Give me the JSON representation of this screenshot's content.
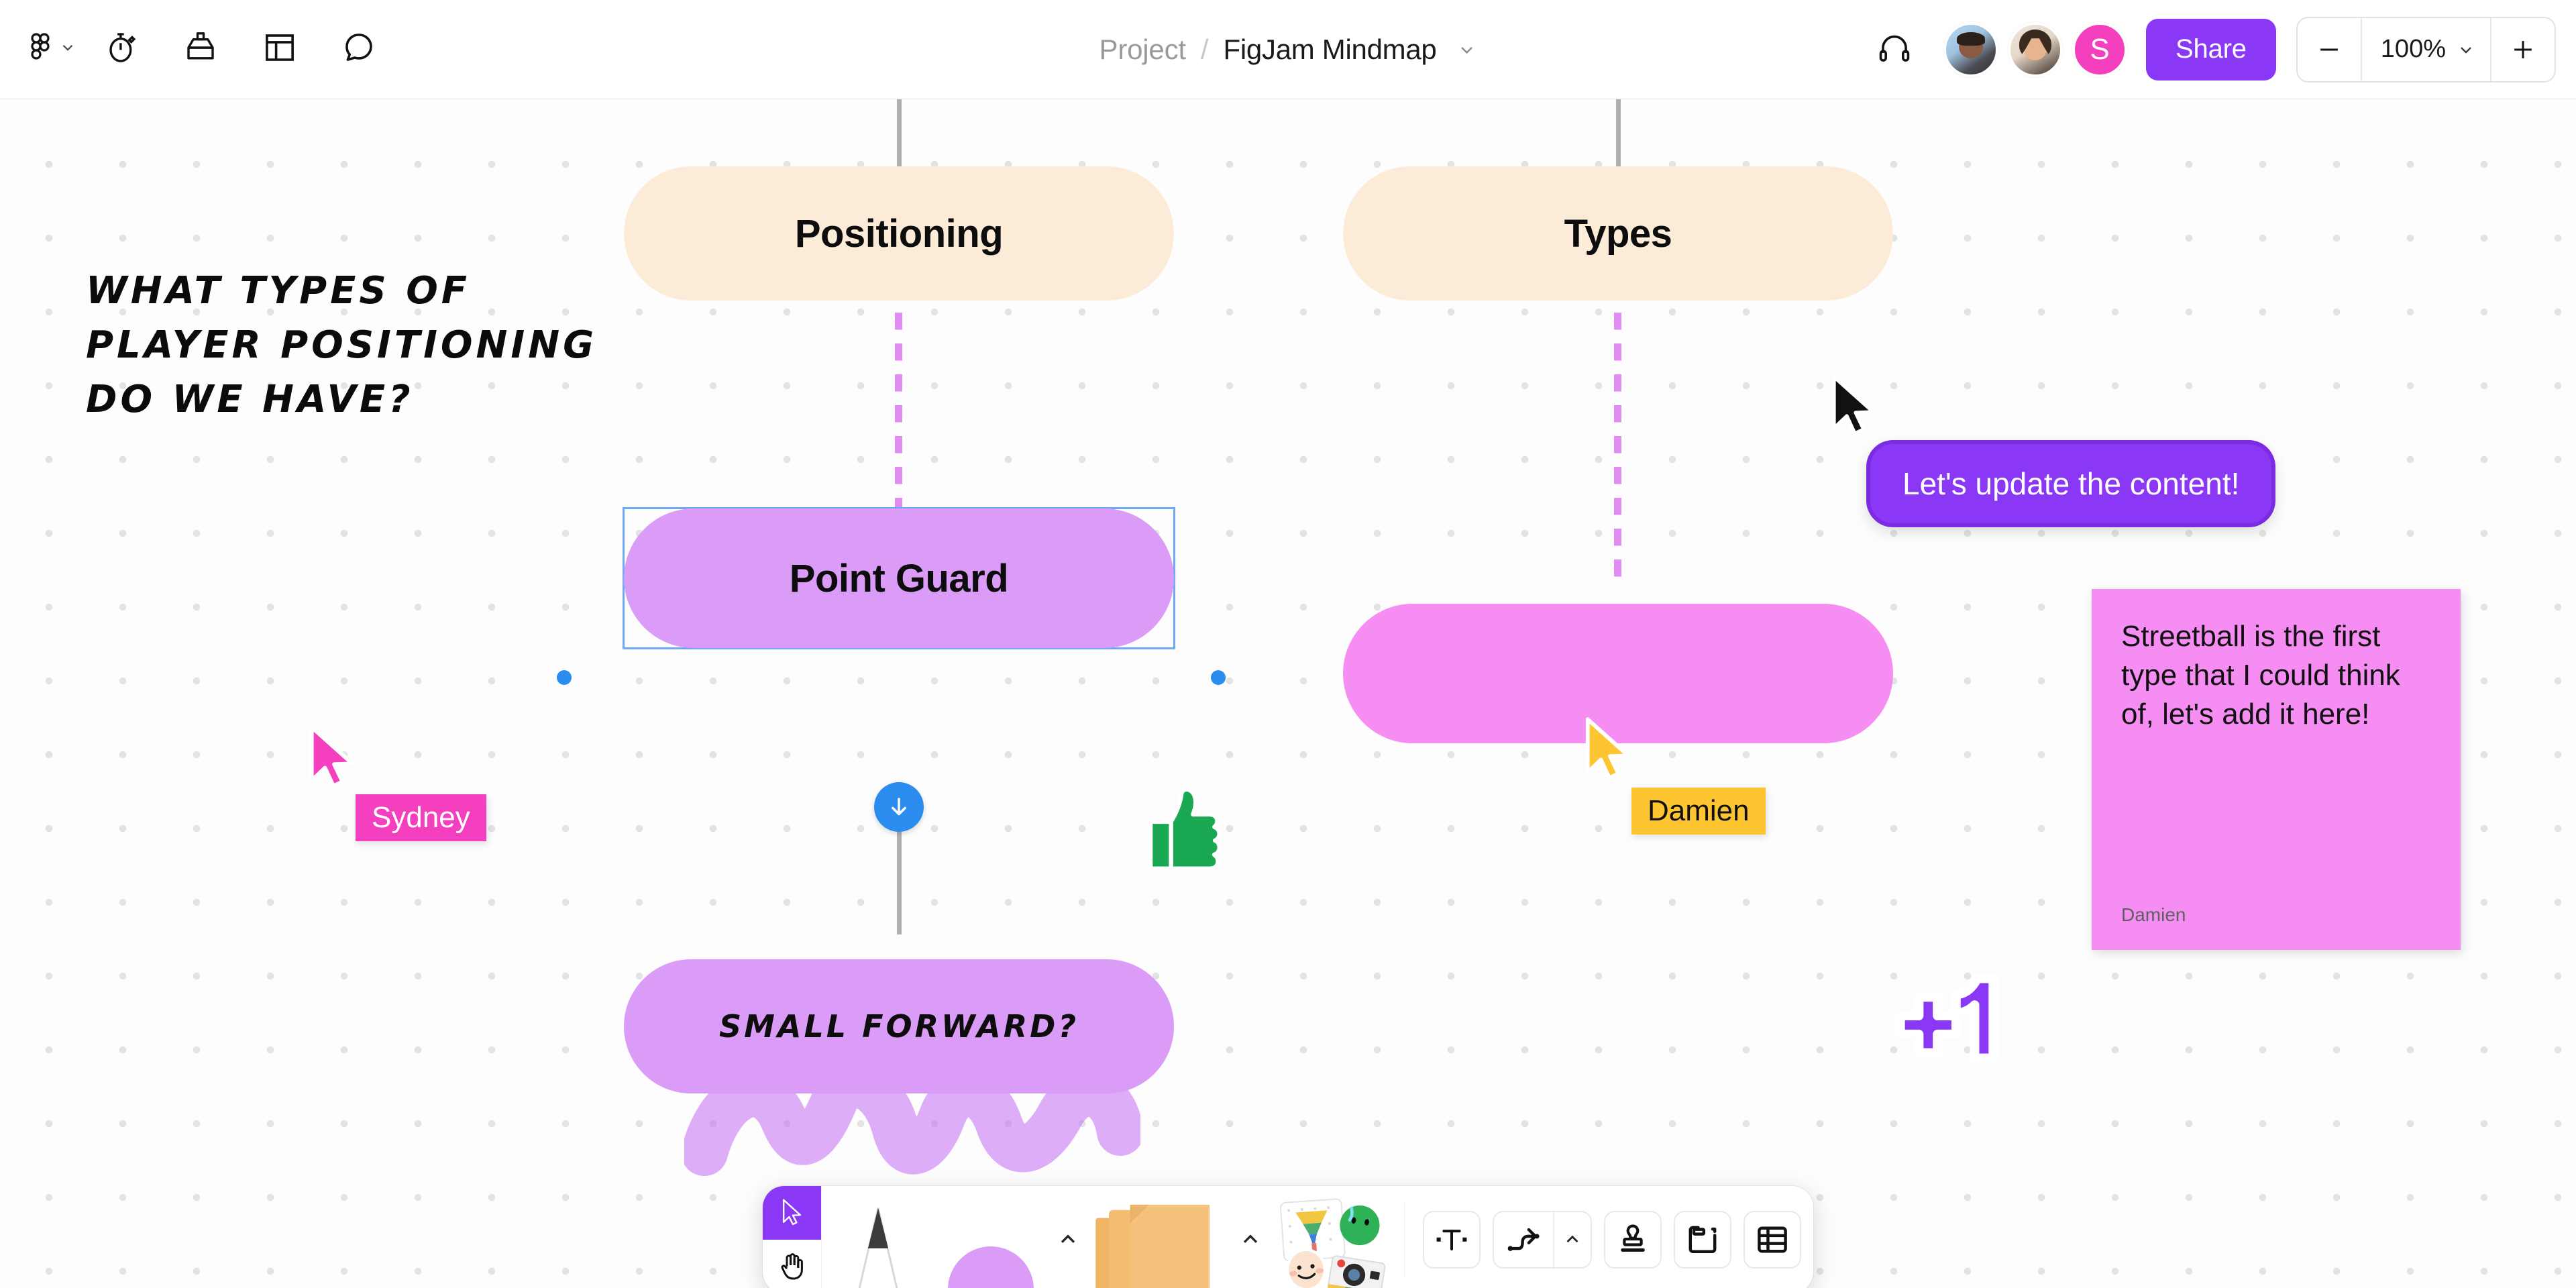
{
  "app": {
    "breadcrumb_project": "Project",
    "breadcrumb_separator": "/",
    "breadcrumb_file": "FigJam Mindmap"
  },
  "topbar": {
    "icons": [
      {
        "name": "figma-logo-icon",
        "label": "Figma"
      },
      {
        "name": "chevron-down-icon",
        "label": ""
      },
      {
        "name": "timer-icon",
        "label": "Timer"
      },
      {
        "name": "vote-box-icon",
        "label": "Voting"
      },
      {
        "name": "template-icon",
        "label": "Templates"
      },
      {
        "name": "comment-icon",
        "label": "Comment"
      }
    ],
    "audio_label": "Audio",
    "avatars": [
      {
        "name": "avatar-user-1",
        "initial": ""
      },
      {
        "name": "avatar-user-2",
        "initial": ""
      },
      {
        "name": "avatar-user-3",
        "initial": "S"
      }
    ],
    "share_label": "Share",
    "zoom": {
      "minus_label": "−",
      "value": "100%",
      "plus_label": "+"
    }
  },
  "canvas": {
    "heading_note": "WHAT TYPES OF PLAYER POSITIONING DO WE HAVE?",
    "nodes": [
      {
        "id": "positioning",
        "label": "Positioning",
        "color": "#FCEBD6",
        "style": "cream"
      },
      {
        "id": "types",
        "label": "Types",
        "color": "#FCEBD6",
        "style": "cream"
      },
      {
        "id": "point-guard",
        "label": "Point Guard",
        "color": "#DB9CF8",
        "style": "lilac",
        "selected": true
      },
      {
        "id": "types-child",
        "label": "",
        "color": "#F58DF3",
        "style": "pink"
      },
      {
        "id": "small-forward",
        "label": "SMALL FORWARD?",
        "color": "#DB9CF8",
        "style": "lilac-hand"
      }
    ],
    "sticky_note": {
      "text": "Streetball is the first type that I could think of, let's add it here!",
      "author": "Damien",
      "color": "#F58DF3"
    },
    "chat_bubble": {
      "text": "Let's update the content!",
      "color": "#8A38F5"
    },
    "cursors": [
      {
        "name": "cursor-sydney",
        "label": "Sydney",
        "color": "#F43FBE",
        "text_color": "#ffffff"
      },
      {
        "name": "cursor-damien",
        "label": "Damien",
        "color": "#FCC531",
        "text_color": "#111111"
      },
      {
        "name": "cursor-black",
        "label": "",
        "color": "#111111",
        "text_color": "#ffffff"
      }
    ],
    "stickers": [
      {
        "name": "thumbs-up-sticker",
        "color": "#1BA853"
      },
      {
        "name": "plus-one-sticker",
        "label": "+1",
        "color": "#8A38F5"
      }
    ],
    "add_child_button_label": "Add child node"
  },
  "toolbar": {
    "modes": [
      {
        "name": "select-tool",
        "label": "Move",
        "active": true
      },
      {
        "name": "hand-tool",
        "label": "Hand",
        "active": false
      }
    ],
    "items": [
      {
        "name": "marker-tool",
        "label": "Marker"
      },
      {
        "name": "shape-tool",
        "label": "Shape"
      },
      {
        "name": "sticky-note-tool",
        "label": "Sticky note"
      },
      {
        "name": "stickers-tool",
        "label": "Stickers and media"
      },
      {
        "name": "text-tool",
        "label": "Text"
      },
      {
        "name": "connector-tool",
        "label": "Connector"
      },
      {
        "name": "stamp-tool",
        "label": "Stamp"
      },
      {
        "name": "section-tool",
        "label": "Section"
      },
      {
        "name": "table-tool",
        "label": "Table"
      }
    ],
    "chevron_label": "More options"
  }
}
